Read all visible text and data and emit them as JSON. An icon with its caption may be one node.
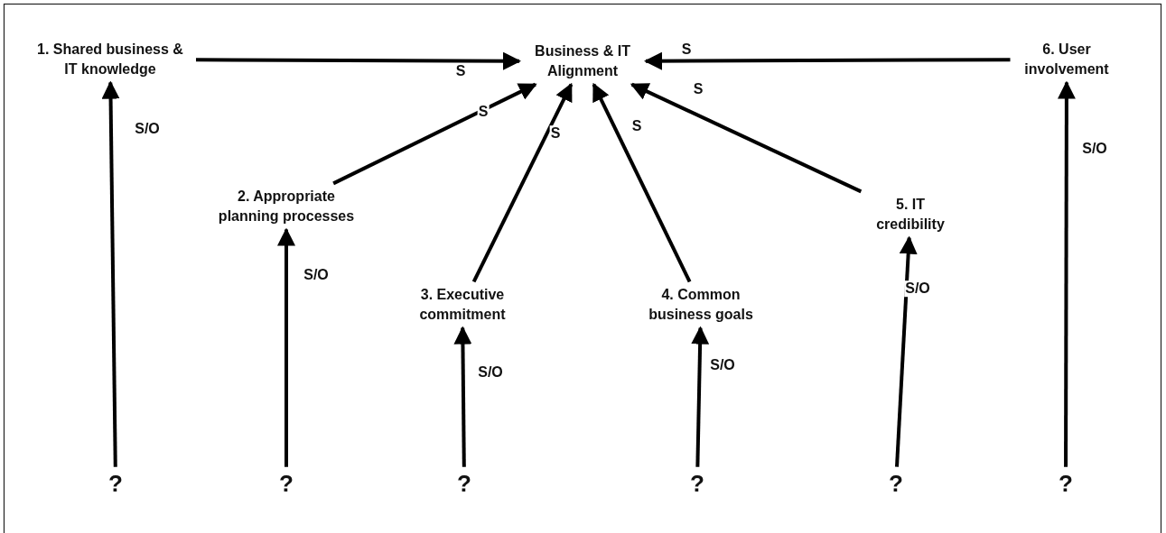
{
  "diagram": {
    "nodes": [
      {
        "text": [
          "1. Shared business & IT knowledge"
        ]
      },
      {
        "text": [
          "Business & IT Alignment"
        ]
      },
      {
        "text": [
          "6. User involvement"
        ]
      },
      {
        "text": [
          "2. Appropriate planning processes"
        ]
      },
      {
        "text": [
          "5. IT credibility"
        ]
      },
      {
        "text": [
          "3. Executive commitment"
        ]
      },
      {
        "text": [
          "4. Common business goals"
        ]
      },
      {
        "text": [
          "?"
        ]
      },
      {
        "text": [
          "?"
        ]
      },
      {
        "text": [
          "?"
        ]
      },
      {
        "text": [
          "?"
        ]
      },
      {
        "text": [
          "?"
        ]
      },
      {
        "text": [
          "?"
        ]
      }
    ],
    "edges": [
      {
        "from": 0,
        "to": 1,
        "arrow": "to",
        "label": "S"
      },
      {
        "from": 2,
        "to": 1,
        "arrow": "to",
        "label": "S"
      },
      {
        "from": 3,
        "to": 1,
        "arrow": "to",
        "label": "S"
      },
      {
        "from": 5,
        "to": 1,
        "arrow": "to",
        "label": "S"
      },
      {
        "from": 6,
        "to": 1,
        "arrow": "to",
        "label": "S"
      },
      {
        "from": 4,
        "to": 1,
        "arrow": "to",
        "label": "S"
      },
      {
        "from": 7,
        "to": 0,
        "arrow": "to",
        "label": "S/O"
      },
      {
        "from": 8,
        "to": 3,
        "arrow": "to",
        "label": "S/O"
      },
      {
        "from": 9,
        "to": 5,
        "arrow": "to",
        "label": "S/O"
      },
      {
        "from": 10,
        "to": 6,
        "arrow": "to",
        "label": "S/O"
      },
      {
        "from": 11,
        "to": 4,
        "arrow": "to",
        "label": "S/O"
      },
      {
        "from": 12,
        "to": 2,
        "arrow": "to",
        "label": "S/O"
      }
    ]
  }
}
